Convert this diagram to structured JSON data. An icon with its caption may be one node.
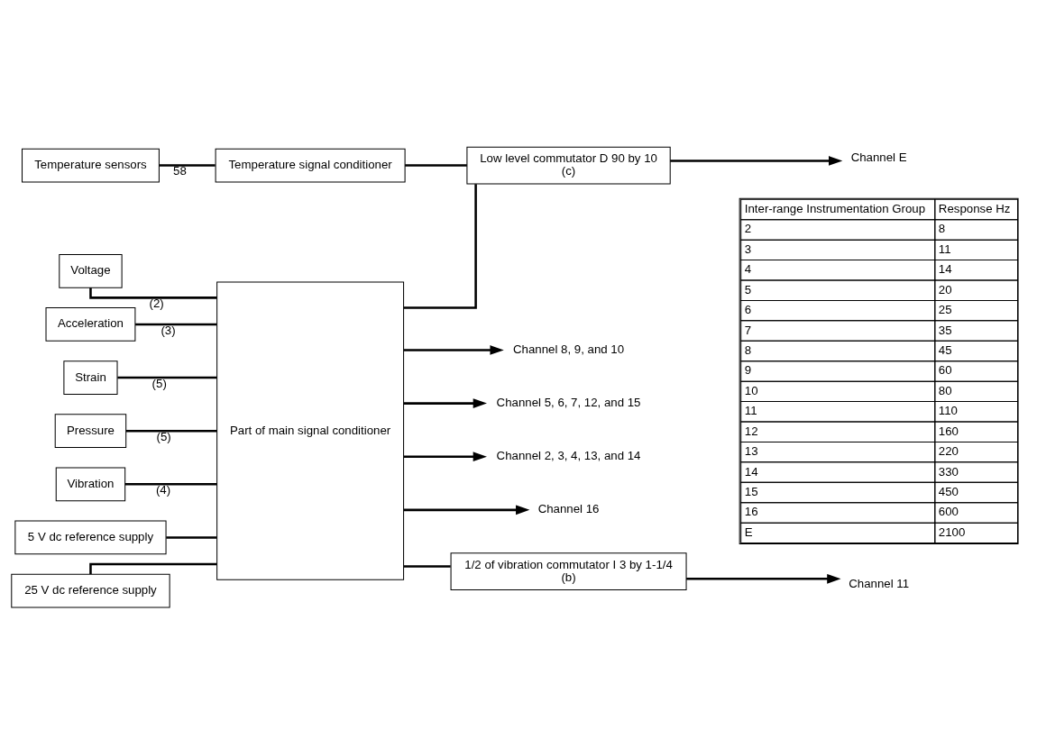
{
  "diagram": {
    "nodes": [
      {
        "text": [
          "Temperature sensors"
        ]
      },
      {
        "text": [
          "Temperature signal conditioner"
        ]
      },
      {
        "text": [
          "Voltage"
        ]
      },
      {
        "text": [
          "Acceleration"
        ]
      },
      {
        "text": [
          "Strain"
        ]
      },
      {
        "text": [
          "Pressure"
        ]
      },
      {
        "text": [
          "Vibration"
        ]
      },
      {
        "text": [
          "5 V dc reference supply"
        ]
      },
      {
        "text": [
          "25 V dc reference supply"
        ]
      },
      {
        "text": [
          "Part of main signal conditioner"
        ]
      },
      {
        "text": [
          "Low level commutator D 90 by 10",
          "(c)"
        ]
      },
      {
        "text": [
          "Channel E"
        ]
      },
      {
        "text": [
          "Channel 8, 9, and 10"
        ]
      },
      {
        "text": [
          "Channel 5, 6, 7, 12, and 15"
        ]
      },
      {
        "text": [
          "Channel 2, 3, 4, 13, and 14"
        ]
      },
      {
        "text": [
          "Channel 16"
        ]
      },
      {
        "text": [
          "1/2 of vibration commutator I 3 by 1-1/4",
          "(b)"
        ]
      },
      {
        "text": [
          "Channel 11"
        ]
      }
    ],
    "edges": [
      {
        "from": 0,
        "to": 1,
        "arrow": "none",
        "label": "58"
      },
      {
        "from": 2,
        "to": 9,
        "arrow": "none",
        "label": "(2)"
      },
      {
        "from": 3,
        "to": 9,
        "arrow": "none",
        "label": "(3)"
      },
      {
        "from": 4,
        "to": 9,
        "arrow": "none",
        "label": "(5)"
      },
      {
        "from": 5,
        "to": 9,
        "arrow": "none",
        "label": "(5)"
      },
      {
        "from": 6,
        "to": 9,
        "arrow": "none",
        "label": "(4)"
      },
      {
        "from": 7,
        "to": 9,
        "arrow": "none"
      },
      {
        "from": 8,
        "to": 9,
        "arrow": "none"
      },
      {
        "from": 1,
        "to": 10,
        "arrow": "none"
      },
      {
        "from": 9,
        "to": 10,
        "arrow": "none"
      },
      {
        "from": 10,
        "to": 11,
        "arrow": "to"
      },
      {
        "from": 9,
        "to": 12,
        "arrow": "to"
      },
      {
        "from": 9,
        "to": 13,
        "arrow": "to"
      },
      {
        "from": 9,
        "to": 14,
        "arrow": "to"
      },
      {
        "from": 9,
        "to": 15,
        "arrow": "to"
      },
      {
        "from": 9,
        "to": 16,
        "arrow": "none"
      },
      {
        "from": 16,
        "to": 17,
        "arrow": "to"
      }
    ],
    "labels": [
      "Inter-range Instrumentation Group",
      "Response Hz",
      "2",
      "8",
      "3",
      "11",
      "4",
      "14",
      "5",
      "20",
      "6",
      "25",
      "7",
      "35",
      "8",
      "45",
      "9",
      "60",
      "10",
      "80",
      "11",
      "110",
      "12",
      "160",
      "13",
      "220",
      "14",
      "330",
      "15",
      "450",
      "16",
      "600",
      "E",
      "2100"
    ]
  }
}
